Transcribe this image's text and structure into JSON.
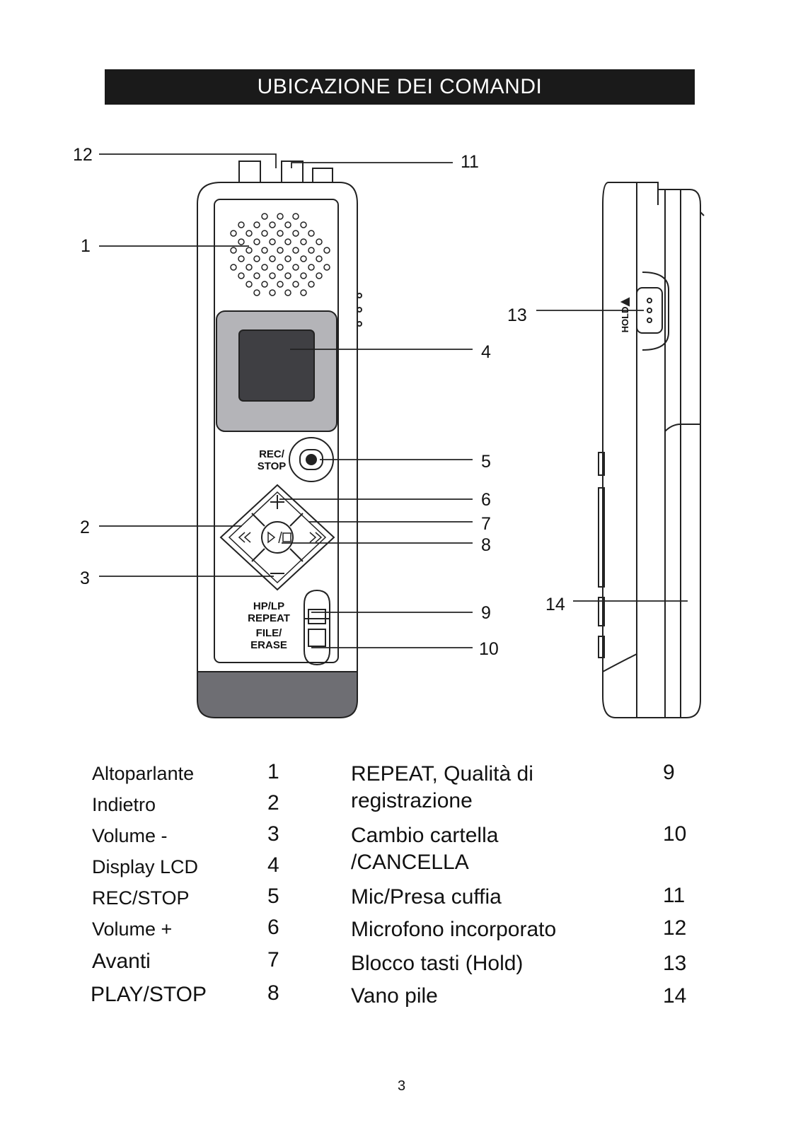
{
  "title": "UBICAZIONE DEI COMANDI",
  "device_labels": {
    "rec_stop": [
      "REC/",
      "STOP"
    ],
    "hp_lp_repeat": [
      "HP/LP",
      "REPEAT"
    ],
    "file_erase": [
      "FILE/",
      "ERASE"
    ],
    "hold": "HOLD"
  },
  "callouts": [
    "1",
    "2",
    "3",
    "4",
    "5",
    "6",
    "7",
    "8",
    "9",
    "10",
    "11",
    "12",
    "13",
    "14"
  ],
  "legend_left": [
    {
      "name": "Altoparlante",
      "num": "1"
    },
    {
      "name": "Indietro",
      "num": "2"
    },
    {
      "name": "Volume -",
      "num": "3"
    },
    {
      "name": "Display LCD",
      "num": "4"
    },
    {
      "name": "REC/STOP",
      "num": "5"
    },
    {
      "name": "Volume +",
      "num": "6"
    },
    {
      "name": "Avanti",
      "num": "7"
    },
    {
      "name": "PLAY/STOP",
      "num": "8"
    }
  ],
  "legend_right": [
    {
      "name": [
        "REPEAT, Qualità di",
        "registrazione"
      ],
      "num": "9"
    },
    {
      "name": [
        "Cambio cartella",
        "/CANCELLA"
      ],
      "num": "10"
    },
    {
      "name": [
        "Mic/Presa cuffia"
      ],
      "num": "11"
    },
    {
      "name": [
        "Microfono incorporato"
      ],
      "num": "12"
    },
    {
      "name": [
        "Blocco tasti (Hold)"
      ],
      "num": "13"
    },
    {
      "name": [
        "Vano pile"
      ],
      "num": "14"
    }
  ],
  "page_number": "3"
}
